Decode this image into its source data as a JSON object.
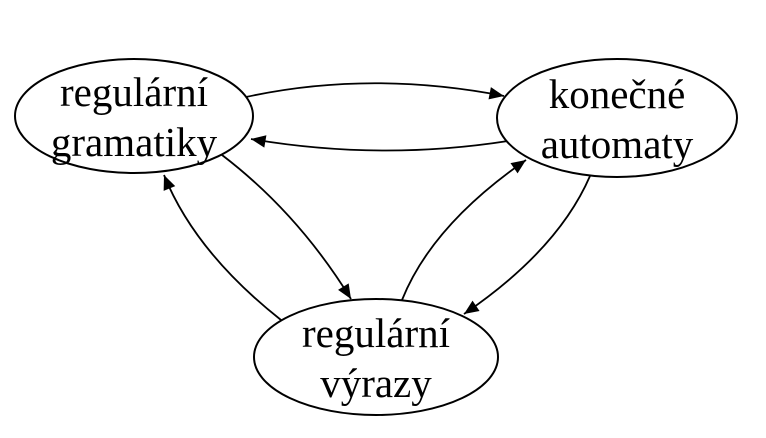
{
  "diagram": {
    "type": "directed-graph",
    "colors": {
      "stroke": "#000000",
      "background": "#ffffff",
      "text": "#000000"
    },
    "nodes": [
      {
        "id": "regularni-gramatiky",
        "line1": "regulární",
        "line2": "gramatiky"
      },
      {
        "id": "konecne-automaty",
        "line1": "konečné",
        "line2": "automaty"
      },
      {
        "id": "regularni-vyrazy",
        "line1": "regulární",
        "line2": "výrazy"
      }
    ],
    "edges": [
      {
        "from": "regularni-gramatiky",
        "to": "konecne-automaty"
      },
      {
        "from": "konecne-automaty",
        "to": "regularni-gramatiky"
      },
      {
        "from": "regularni-gramatiky",
        "to": "regularni-vyrazy"
      },
      {
        "from": "regularni-vyrazy",
        "to": "regularni-gramatiky"
      },
      {
        "from": "regularni-vyrazy",
        "to": "konecne-automaty"
      },
      {
        "from": "konecne-automaty",
        "to": "regularni-vyrazy"
      }
    ]
  }
}
